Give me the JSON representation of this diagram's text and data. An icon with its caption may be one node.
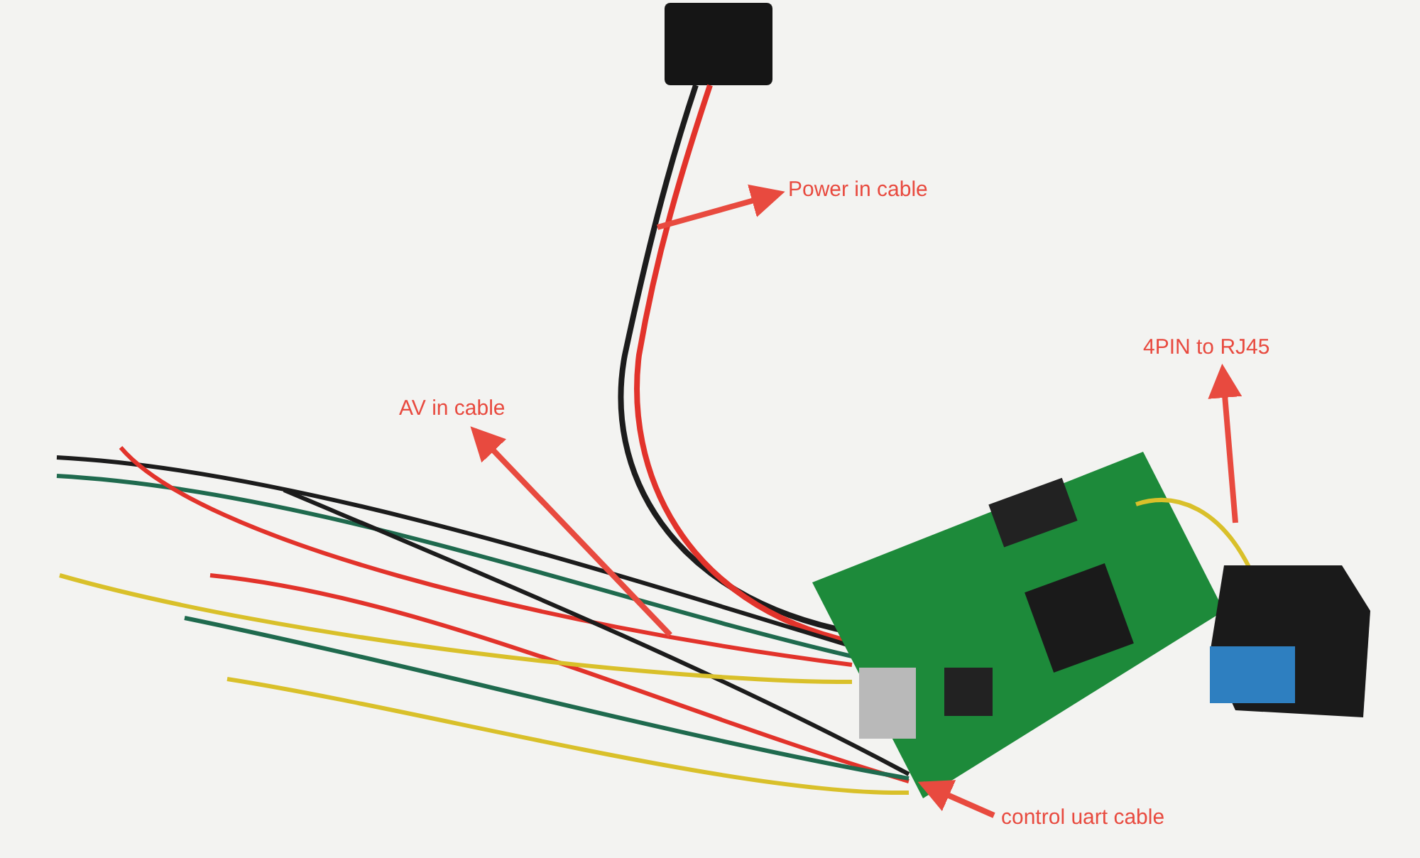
{
  "diagram": {
    "nodes": [
      {
        "text": [
          "Power in cable"
        ]
      },
      {
        "text": [
          "AV in cable"
        ]
      },
      {
        "text": [
          "4PIN to RJ45"
        ]
      },
      {
        "text": [
          "control uart cable"
        ]
      }
    ],
    "edges": [
      {
        "from": null,
        "to": 0,
        "arrow": "to"
      },
      {
        "from": null,
        "to": 1,
        "arrow": "to"
      },
      {
        "from": null,
        "to": 2,
        "arrow": "to"
      },
      {
        "from": 3,
        "to": null,
        "arrow": "to"
      }
    ]
  }
}
